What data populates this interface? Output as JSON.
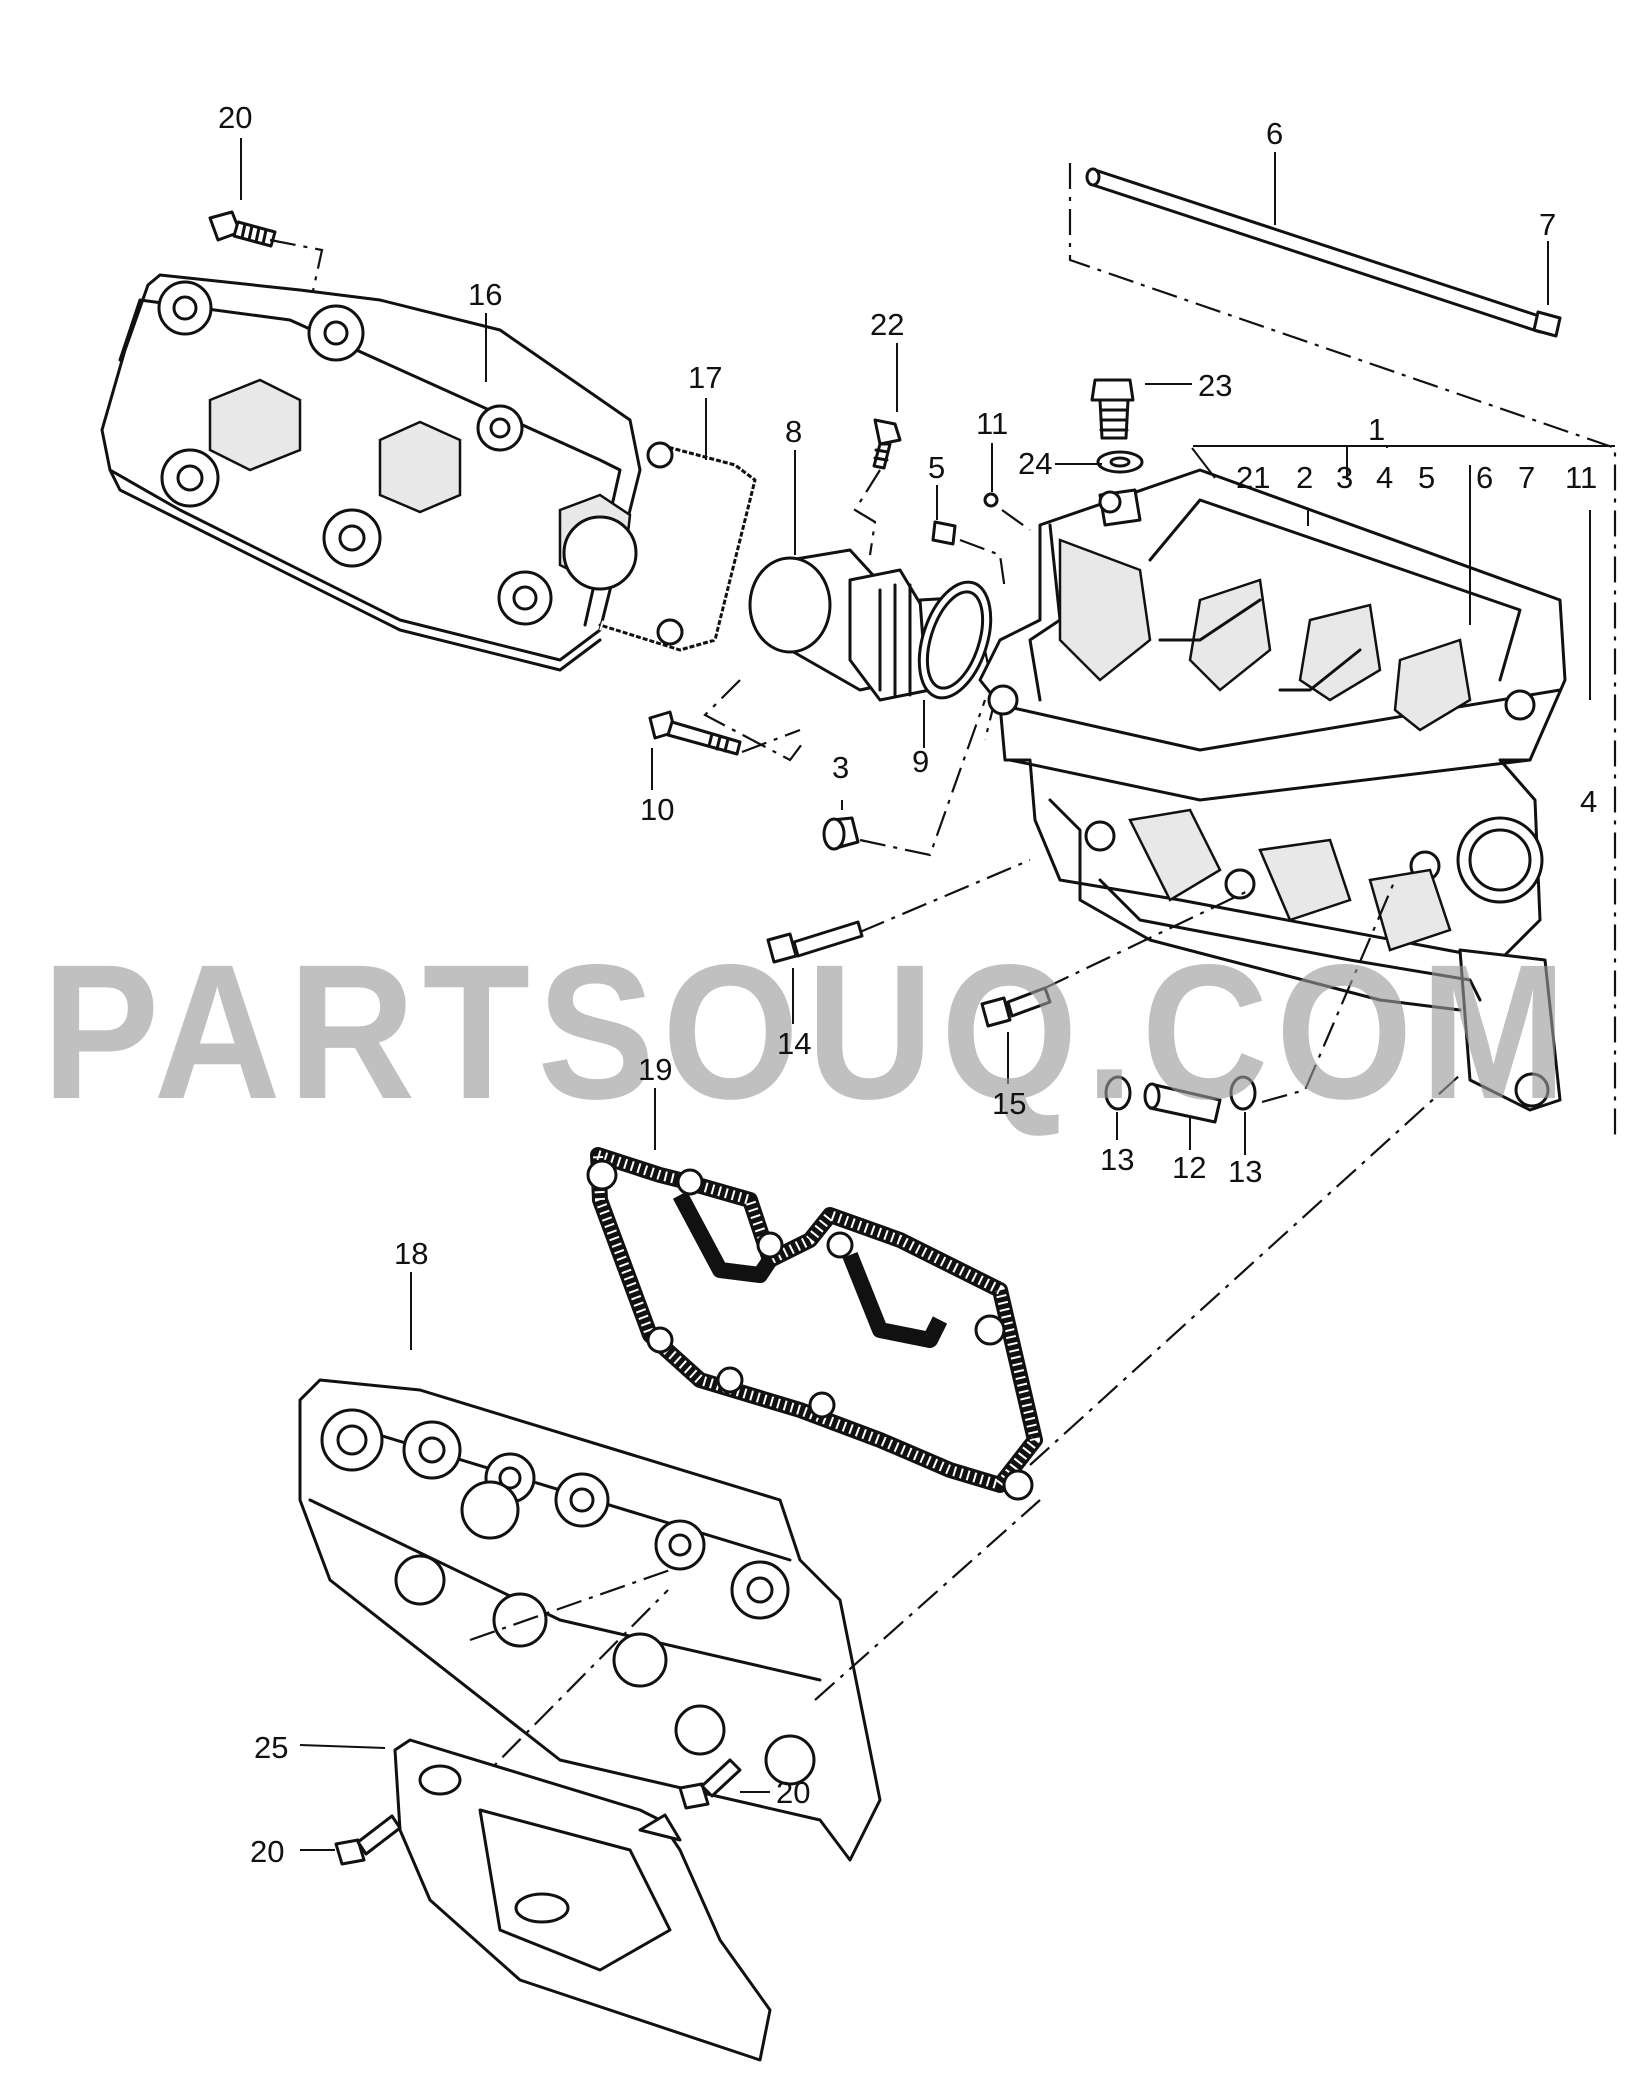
{
  "watermark": "PARTSOUQ.COM",
  "callouts": [
    {
      "id": "c20a",
      "text": "20"
    },
    {
      "id": "c6",
      "text": "6"
    },
    {
      "id": "c7",
      "text": "7"
    },
    {
      "id": "c16",
      "text": "16"
    },
    {
      "id": "c17",
      "text": "17"
    },
    {
      "id": "c22",
      "text": "22"
    },
    {
      "id": "c23",
      "text": "23"
    },
    {
      "id": "c8",
      "text": "8"
    },
    {
      "id": "c11a",
      "text": "11"
    },
    {
      "id": "c5",
      "text": "5"
    },
    {
      "id": "c24",
      "text": "24"
    },
    {
      "id": "c21",
      "text": "21"
    },
    {
      "id": "c1",
      "text": "1"
    },
    {
      "id": "c2a",
      "text": "2"
    },
    {
      "id": "c2b",
      "text": "3"
    },
    {
      "id": "c2c",
      "text": "4"
    },
    {
      "id": "c2d",
      "text": "5"
    },
    {
      "id": "c2e",
      "text": "6"
    },
    {
      "id": "c2f",
      "text": "7"
    },
    {
      "id": "c11b",
      "text": "11"
    },
    {
      "id": "c10",
      "text": "10"
    },
    {
      "id": "c9",
      "text": "9"
    },
    {
      "id": "c3",
      "text": "3"
    },
    {
      "id": "c4",
      "text": "4"
    },
    {
      "id": "c14",
      "text": "14"
    },
    {
      "id": "c15",
      "text": "15"
    },
    {
      "id": "c19",
      "text": "19"
    },
    {
      "id": "c13a",
      "text": "13"
    },
    {
      "id": "c12",
      "text": "12"
    },
    {
      "id": "c13b",
      "text": "13"
    },
    {
      "id": "c18",
      "text": "18"
    },
    {
      "id": "c25",
      "text": "25"
    },
    {
      "id": "c20b",
      "text": "20"
    },
    {
      "id": "c20c",
      "text": "20"
    }
  ]
}
